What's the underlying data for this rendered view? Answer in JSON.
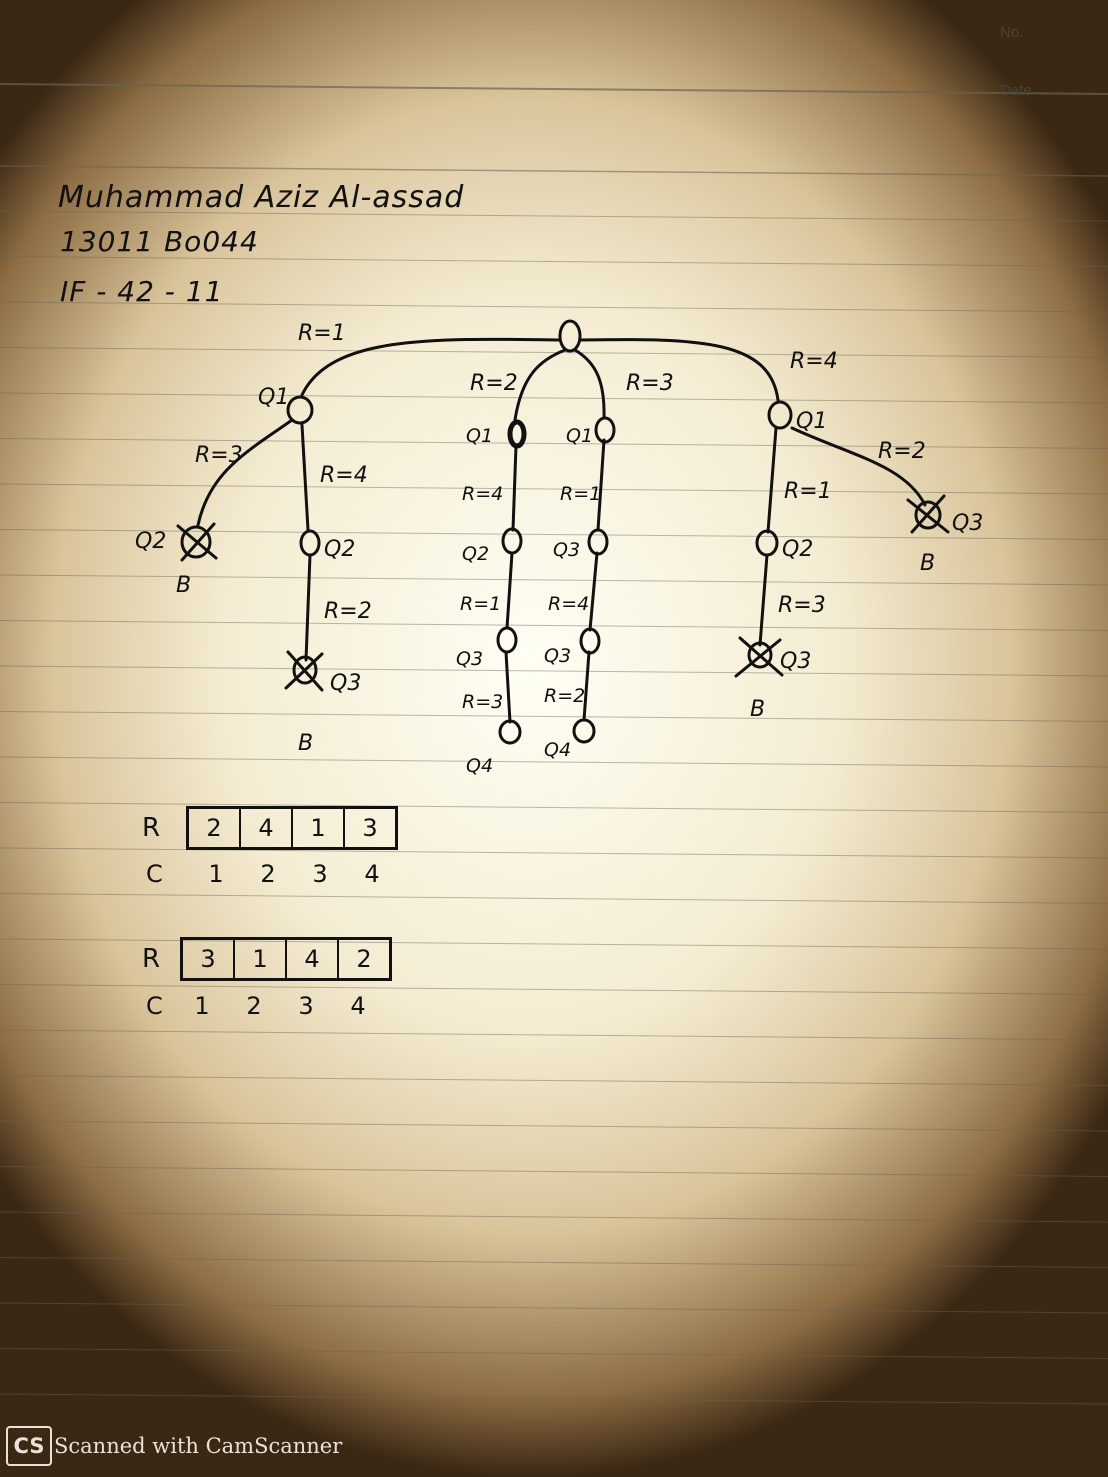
{
  "header": {
    "no_label": "No.",
    "date_label": "Date"
  },
  "author": {
    "name": "Muhammad Aziz Al-assad",
    "id": "13011 Bo044",
    "class": "IF - 42 - 11"
  },
  "tree": {
    "root_edges": {
      "left": "R=1",
      "mid_left": "R=2",
      "mid_right": "R=3",
      "right": "R=4"
    },
    "b1": {
      "q1": "Q1",
      "e_left": "R=3",
      "q2_left": "Q2",
      "b_left": "B",
      "e_mid": "R=4",
      "q2": "Q2",
      "e2": "R=2",
      "q3": "Q3",
      "b": "B"
    },
    "b2": {
      "q1": "Q1",
      "e1": "R=4",
      "q2": "Q2",
      "e2": "R=1",
      "q3": "Q3",
      "e3": "R=3",
      "q4": "Q4"
    },
    "b3": {
      "q1": "Q1",
      "e1": "R=1",
      "q2": "Q3",
      "e2": "R=4",
      "q3": "Q3",
      "e3": "R=2",
      "q4": "Q4"
    },
    "b4": {
      "q1": "Q1",
      "e_right": "R=2",
      "q3_right": "Q3",
      "b_right": "B",
      "e1": "R=1",
      "q2": "Q2",
      "e2": "R=3",
      "q3": "Q3",
      "b": "B"
    }
  },
  "arrays": [
    {
      "row_label": "R",
      "col_label": "C",
      "values": [
        "2",
        "4",
        "1",
        "3"
      ],
      "indices": [
        "1",
        "2",
        "3",
        "4"
      ]
    },
    {
      "row_label": "R",
      "col_label": "C",
      "values": [
        "3",
        "1",
        "4",
        "2"
      ],
      "indices": [
        "1",
        "2",
        "3",
        "4"
      ]
    }
  ],
  "footer": {
    "logo": "CS",
    "text": "Scanned with CamScanner"
  }
}
